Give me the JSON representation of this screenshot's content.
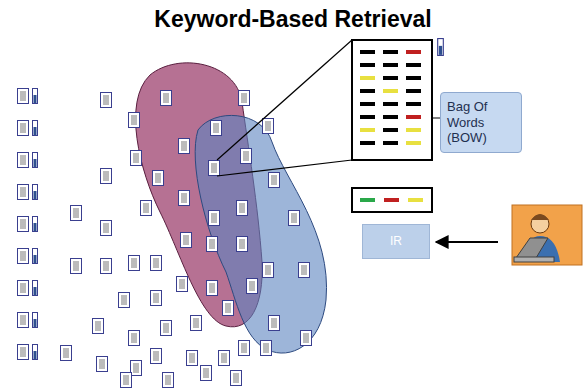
{
  "diagram": {
    "title": "Keyword-Based Retrieval",
    "nodes": [
      {
        "text": [
          "Bag Of Words (BOW)"
        ]
      },
      {
        "text": [
          "IR"
        ]
      }
    ]
  }
}
